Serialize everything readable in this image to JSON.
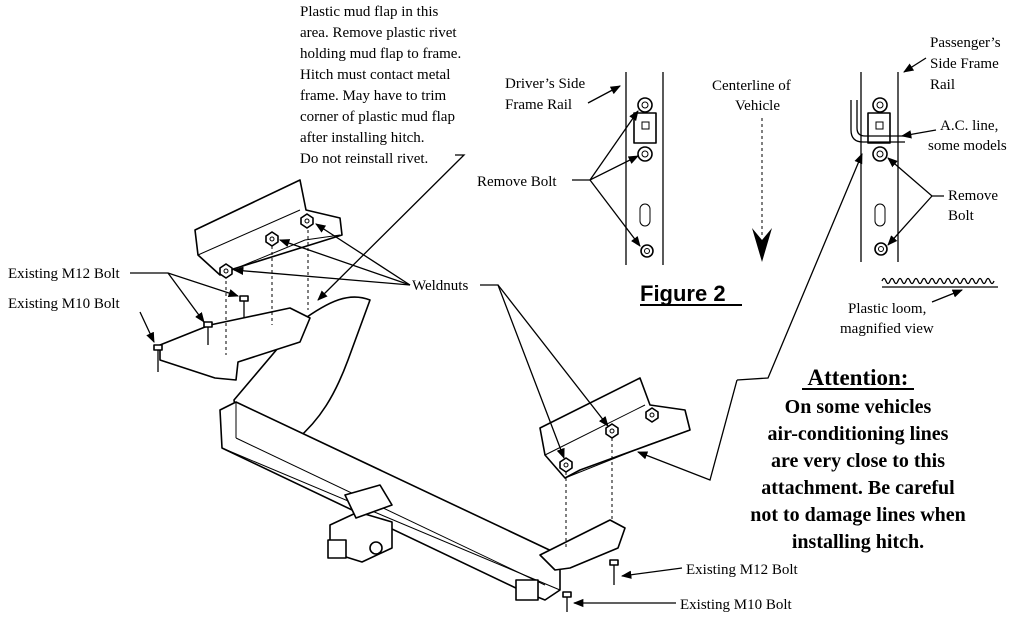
{
  "note_mud_flap": [
    "Plastic mud flap in this",
    "area. Remove plastic rivet",
    "holding mud flap to frame.",
    "Hitch must contact metal",
    "frame. May have to trim",
    "corner of plastic mud flap",
    "after installing hitch.",
    "Do not reinstall rivet."
  ],
  "labels": {
    "existing_m12_left": "Existing M12 Bolt",
    "existing_m10_left": "Existing M10 Bolt",
    "weldnuts": "Weldnuts",
    "existing_m12_right": "Existing M12 Bolt",
    "existing_m10_right": "Existing M10 Bolt"
  },
  "figure2": {
    "title": "Figure 2",
    "drivers_rail": [
      "Driver’s Side",
      "Frame Rail"
    ],
    "centerline": [
      "Centerline of",
      "Vehicle"
    ],
    "passengers_rail": [
      "Passenger’s",
      "Side Frame",
      "Rail"
    ],
    "ac_line": [
      "A.C. line,",
      "some models"
    ],
    "remove_bolt_left": "Remove Bolt",
    "remove_bolt_right": [
      "Remove",
      "Bolt"
    ],
    "plastic_loom": [
      "Plastic loom,",
      "magnified view"
    ]
  },
  "attention": {
    "title": "Attention:",
    "lines": [
      "On some vehicles",
      "air-conditioning lines",
      "are very close to this",
      "attachment. Be careful",
      "not to damage lines when",
      "installing hitch."
    ]
  }
}
